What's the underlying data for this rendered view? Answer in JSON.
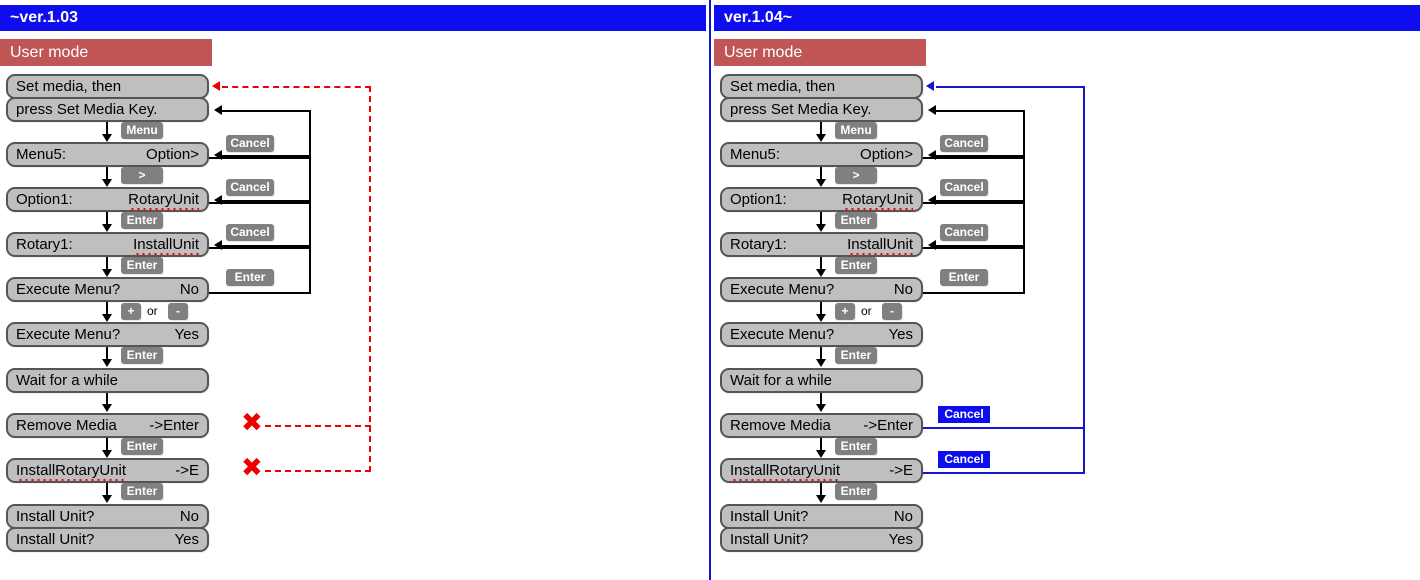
{
  "panels": [
    {
      "id": "left",
      "version_label": "~ver.1.03",
      "mode_label": "User mode",
      "accent_color": "#0d0df0",
      "mode_color": "#bf5555",
      "loop_color": "#ee0000",
      "steps": [
        {
          "label": "Set media, then",
          "value": ""
        },
        {
          "label": "press Set Media Key.",
          "value": ""
        },
        {
          "label": "Menu5:",
          "value": "Option>"
        },
        {
          "label": "Option1:",
          "value": "RotaryUnit"
        },
        {
          "label": "Rotary1:",
          "value": "InstallUnit"
        },
        {
          "label": "Execute Menu?",
          "value": "No"
        },
        {
          "label": "Execute Menu?",
          "value": "Yes"
        },
        {
          "label": "Wait for a while",
          "value": ""
        },
        {
          "label": "Remove Media",
          "value": "->Enter"
        },
        {
          "label": "InstallRotaryUnit",
          "value": "->E"
        },
        {
          "label": "Install Unit?",
          "value": "No"
        },
        {
          "label": "Install Unit?",
          "value": "Yes"
        }
      ],
      "down_keys": [
        "Menu",
        ">",
        "Enter",
        "Enter",
        "Enter",
        "Enter",
        "Enter"
      ],
      "or_label": "or",
      "plus_key": "+",
      "minus_key": "-",
      "return_keys": [
        "Cancel",
        "Cancel",
        "Cancel",
        "Enter"
      ],
      "blocked_marks": [
        "✖",
        "✖"
      ]
    },
    {
      "id": "right",
      "version_label": "ver.1.04~",
      "mode_label": "User mode",
      "accent_color": "#0d0df0",
      "mode_color": "#bf5555",
      "loop_color": "#1515d0",
      "steps": [
        {
          "label": "Set media, then",
          "value": ""
        },
        {
          "label": "press Set Media Key.",
          "value": ""
        },
        {
          "label": "Menu5:",
          "value": "Option>"
        },
        {
          "label": "Option1:",
          "value": "RotaryUnit"
        },
        {
          "label": "Rotary1:",
          "value": "InstallUnit"
        },
        {
          "label": "Execute Menu?",
          "value": "No"
        },
        {
          "label": "Execute Menu?",
          "value": "Yes"
        },
        {
          "label": "Wait for a while",
          "value": ""
        },
        {
          "label": "Remove Media",
          "value": "->Enter"
        },
        {
          "label": "InstallRotaryUnit",
          "value": "->E"
        },
        {
          "label": "Install Unit?",
          "value": "No"
        },
        {
          "label": "Install Unit?",
          "value": "Yes"
        }
      ],
      "down_keys": [
        "Menu",
        ">",
        "Enter",
        "Enter",
        "Enter",
        "Enter",
        "Enter"
      ],
      "or_label": "or",
      "plus_key": "+",
      "minus_key": "-",
      "return_keys": [
        "Cancel",
        "Cancel",
        "Cancel",
        "Enter"
      ],
      "cancel_keys": [
        "Cancel",
        "Cancel"
      ]
    }
  ]
}
